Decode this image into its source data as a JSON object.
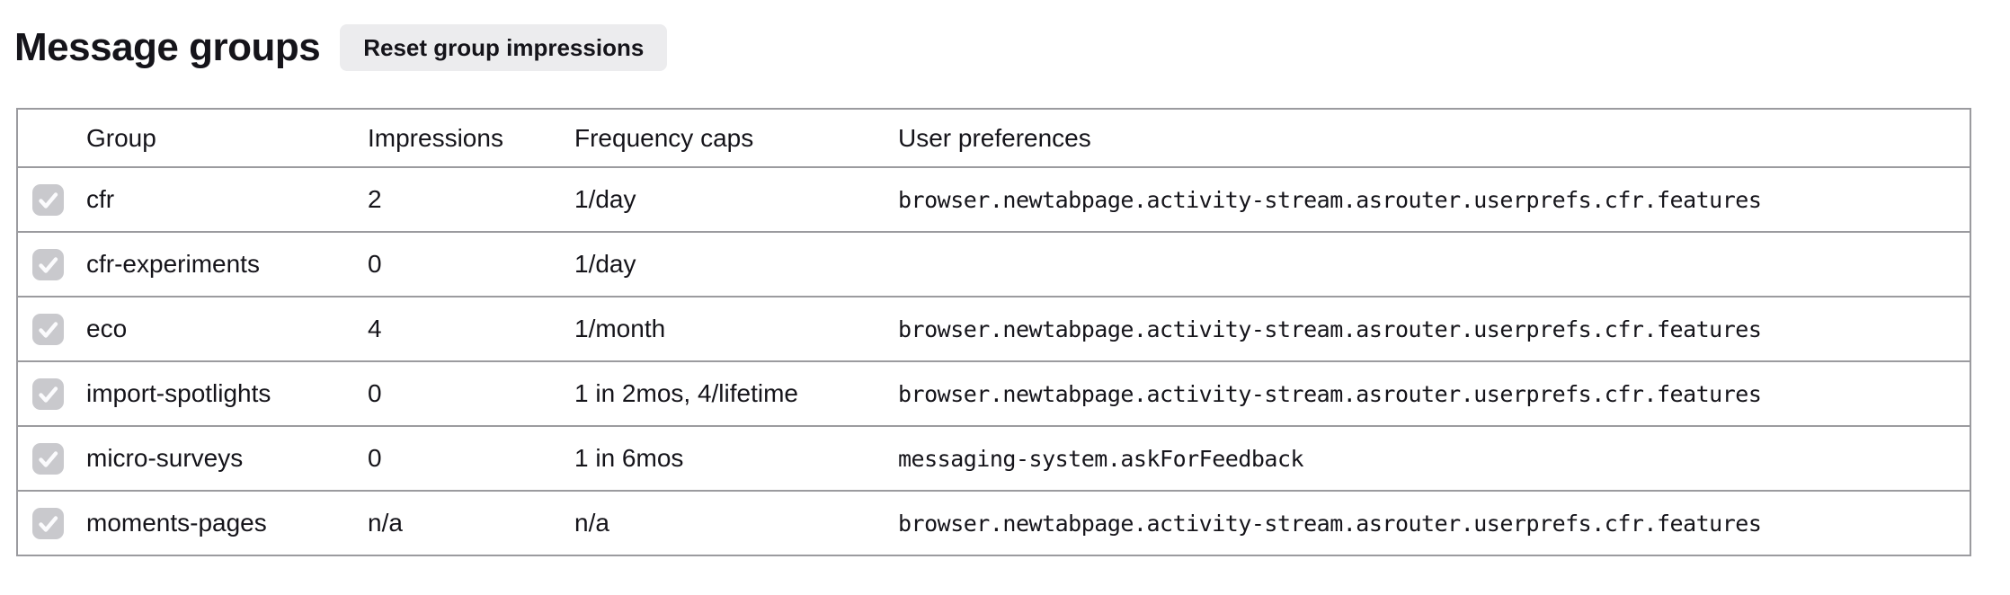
{
  "header": {
    "title": "Message groups",
    "reset_button_label": "Reset group impressions"
  },
  "table": {
    "columns": {
      "group": "Group",
      "impressions": "Impressions",
      "frequency_caps": "Frequency caps",
      "user_preferences": "User preferences"
    },
    "rows": [
      {
        "checked": true,
        "group": "cfr",
        "impressions": "2",
        "frequency_caps": "1/day",
        "user_preferences": "browser.newtabpage.activity-stream.asrouter.userprefs.cfr.features"
      },
      {
        "checked": true,
        "group": "cfr-experiments",
        "impressions": "0",
        "frequency_caps": "1/day",
        "user_preferences": ""
      },
      {
        "checked": true,
        "group": "eco",
        "impressions": "4",
        "frequency_caps": "1/month",
        "user_preferences": "browser.newtabpage.activity-stream.asrouter.userprefs.cfr.features"
      },
      {
        "checked": true,
        "group": "import-spotlights",
        "impressions": "0",
        "frequency_caps": "1 in 2mos, 4/lifetime",
        "user_preferences": "browser.newtabpage.activity-stream.asrouter.userprefs.cfr.features"
      },
      {
        "checked": true,
        "group": "micro-surveys",
        "impressions": "0",
        "frequency_caps": "1 in 6mos",
        "user_preferences": "messaging-system.askForFeedback"
      },
      {
        "checked": true,
        "group": "moments-pages",
        "impressions": "n/a",
        "frequency_caps": "n/a",
        "user_preferences": "browser.newtabpage.activity-stream.asrouter.userprefs.cfr.features"
      }
    ]
  },
  "colors": {
    "text": "#15141a",
    "table_border": "#9b9b9f",
    "checkbox_fill": "#c9c9cd",
    "checkbox_check": "#fbfbfd",
    "button_background": "#ececee"
  },
  "icons": {
    "checkbox": "check-icon"
  }
}
